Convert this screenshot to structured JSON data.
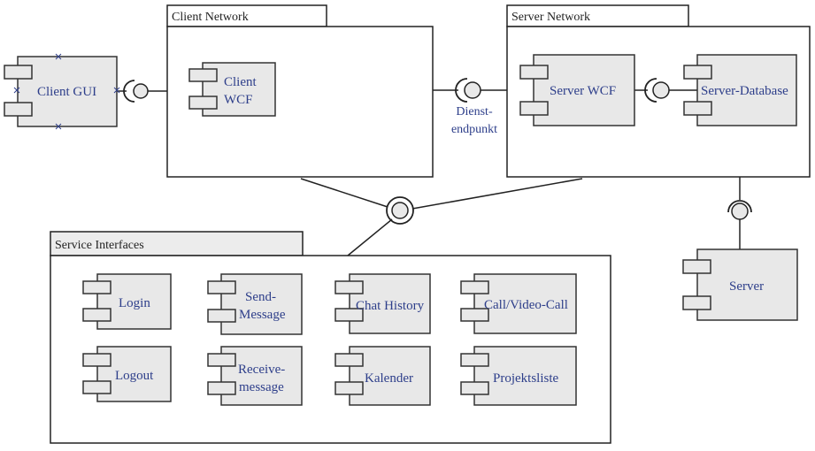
{
  "packages": {
    "client_network": "Client Network",
    "server_network": "Server Network",
    "service_interfaces": "Service Interfaces"
  },
  "components": {
    "client_gui": "Client GUI",
    "client_wcf_1": "Client",
    "client_wcf_2": "WCF",
    "server_wcf": "Server WCF",
    "server_database": "Server-Database",
    "server": "Server"
  },
  "endpoint_label": {
    "line1": "Dienst-",
    "line2": "endpunkt"
  },
  "services": {
    "login": "Login",
    "send_message_1": "Send-",
    "send_message_2": "Message",
    "chat_history": "Chat History",
    "call_video_call": "Call/Video-Call",
    "logout": "Logout",
    "receive_message_1": "Receive-",
    "receive_message_2": "message",
    "kalender": "Kalender",
    "projektsliste": "Projektsliste"
  }
}
